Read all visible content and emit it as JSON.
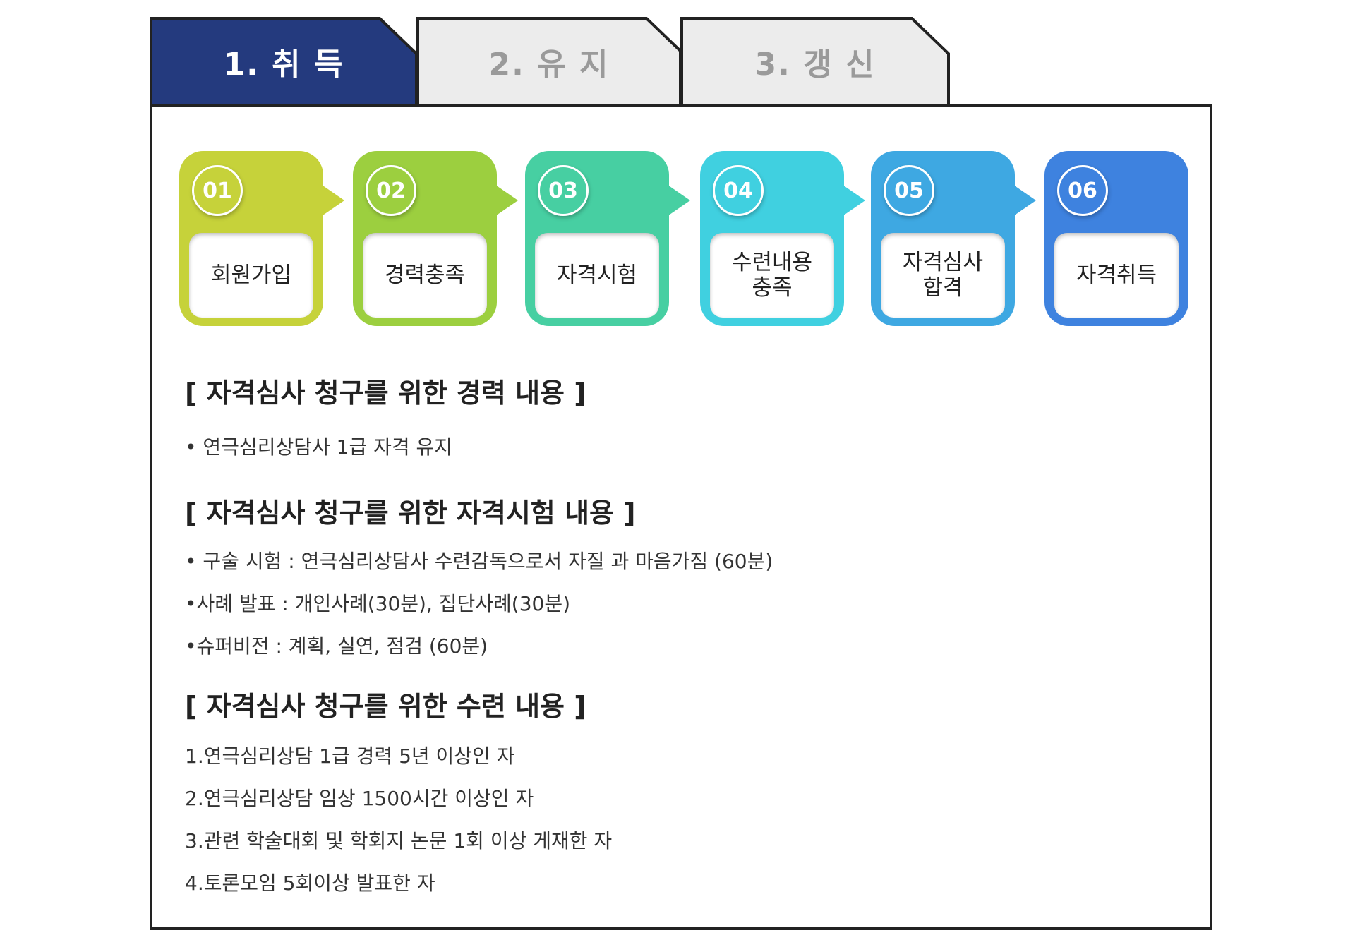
{
  "tabs": [
    {
      "label": "1. 취 득",
      "active": true
    },
    {
      "label": "2. 유 지",
      "active": false
    },
    {
      "label": "3. 갱 신",
      "active": false
    }
  ],
  "colors": {
    "tab_active": "#243a7e",
    "tab_inactive": "#ececec",
    "border": "#222222"
  },
  "steps": [
    {
      "num": "01",
      "label": "회원가입",
      "color": "#c6d23a"
    },
    {
      "num": "02",
      "label": "경력충족",
      "color": "#9ccf3f"
    },
    {
      "num": "03",
      "label": "자격시험",
      "color": "#47cfa2"
    },
    {
      "num": "04",
      "label": "수련내용\n충족",
      "color": "#40d0e0"
    },
    {
      "num": "05",
      "label": "자격심사\n합격",
      "color": "#3ea8e2"
    },
    {
      "num": "06",
      "label": "자격취득",
      "color": "#3e82df"
    }
  ],
  "sections": [
    {
      "heading": "[ 자격심사 청구를 위한 경력 내용 ]",
      "items": [
        "• 연극심리상담사 1급 자격 유지"
      ]
    },
    {
      "heading": "[ 자격심사 청구를 위한 자격시험 내용 ]",
      "items": [
        "• 구술 시험 : 연극심리상담사 수련감독으로서 자질 과 마음가짐 (60분)",
        "•사례 발표 : 개인사례(30분), 집단사례(30분)",
        "•슈퍼비전 : 계획, 실연, 점검 (60분)"
      ]
    },
    {
      "heading": "[ 자격심사 청구를 위한 수련 내용 ]",
      "items": [
        "1.연극심리상담 1급 경력 5년 이상인 자",
        "2.연극심리상담 임상 1500시간 이상인 자",
        "3.관련 학술대회 및 학회지 논문 1회 이상 게재한 자",
        "4.토론모임 5회이상 발표한 자"
      ]
    }
  ]
}
